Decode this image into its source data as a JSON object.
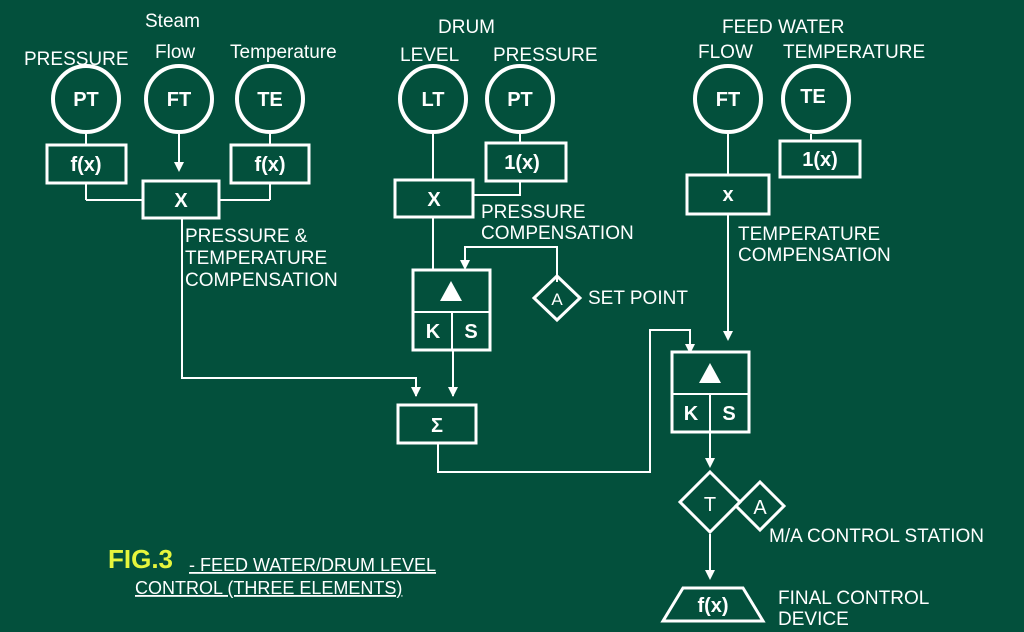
{
  "labels": {
    "pressure": "PRESSURE",
    "steam": "Steam",
    "flow": "Flow",
    "temperature": "Temperature",
    "drum": "DRUM",
    "level": "LEVEL",
    "drum_pressure": "PRESSURE",
    "feed_water": "FEED WATER",
    "fw_flow": "FLOW",
    "fw_temperature": "TEMPERATURE",
    "pt_comp_1": "PRESSURE &",
    "pt_comp_2": "TEMPERATURE",
    "pt_comp_3": "COMPENSATION",
    "press_comp_1": "PRESSURE",
    "press_comp_2": "COMPENSATION",
    "set_point": "SET POINT",
    "temp_comp_1": "TEMPERATURE",
    "temp_comp_2": "COMPENSATION",
    "ma_station": "M/A CONTROL STATION",
    "final_1": "FINAL CONTROL",
    "final_2": "DEVICE"
  },
  "instruments": {
    "steam_pt": "PT",
    "steam_ft": "FT",
    "steam_te": "TE",
    "drum_lt": "LT",
    "drum_pt": "PT",
    "fw_ft": "FT",
    "fw_te": "TE"
  },
  "blocks": {
    "fx_pressure": "f(x)",
    "fx_temp": "f(x)",
    "mult_steam": "X",
    "mult_drum": "X",
    "fx_drum_pressure": "1(x)",
    "mult_fw": "x",
    "fx_fw_temp": "1(x)",
    "ctrl1_k": "K",
    "ctrl1_s": "S",
    "ctrl2_k": "K",
    "ctrl2_s": "S",
    "sum": "Σ",
    "setpoint_a": "A",
    "station_t": "T",
    "station_a": "A",
    "final_fx": "f(x)"
  },
  "caption": {
    "fig": "FIG.3",
    "line1": "- FEED WATER/DRUM LEVEL",
    "line2": "CONTROL (THREE ELEMENTS)"
  }
}
